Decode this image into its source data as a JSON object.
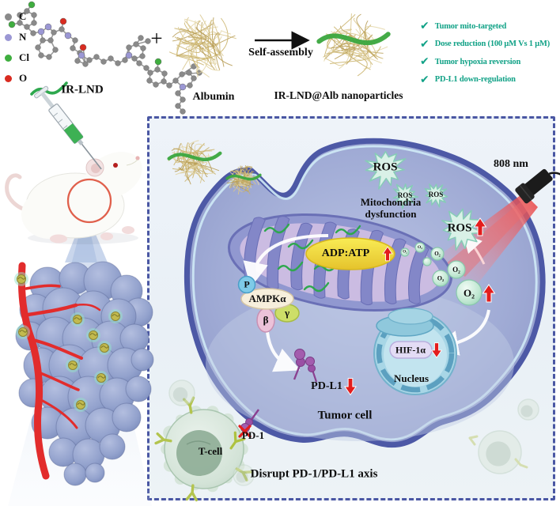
{
  "legend": {
    "items": [
      {
        "label": "C",
        "color": "#8a8a8a"
      },
      {
        "label": "N",
        "color": "#9b97d4"
      },
      {
        "label": "Cl",
        "color": "#3fae3f"
      },
      {
        "label": "O",
        "color": "#d92b20"
      }
    ]
  },
  "top": {
    "irlnd_label": "IR-LND",
    "plus": "+",
    "albumin_label": "Albumin",
    "assembly_label": "Self-assembly",
    "product_label": "IR-LND@Alb nanoparticles",
    "check_icon": "✔",
    "benefit_color": "#12a287",
    "benefits": [
      "Tumor mito-targeted",
      "Dose reduction (100 μM Vs 1 μM)",
      "Tumor hypoxia reversion",
      "PD-L1 down-regulation"
    ]
  },
  "panel": {
    "laser_label": "808 nm",
    "ros": [
      "ROS",
      "ROS",
      "ROS",
      "ROS"
    ],
    "mito_line1": "Mitochondria",
    "mito_line2": "dysfunction",
    "adp_atp": "ADP:ATP",
    "p_label": "P",
    "ampk_label": "AMPKα",
    "beta_label": "β",
    "gamma_label": "γ",
    "o2": [
      "O₂",
      "O₂",
      "O₂",
      "O₂",
      "O₂",
      "O₂"
    ],
    "hif_label": "HIF-1α",
    "nucleus_label": "Nucleus",
    "pdl1_label": "PD-L1",
    "tumor_cell_label": "Tumor cell",
    "tcell_label": "T-cell",
    "pd1_label": "PD-1",
    "axis_label": "Disrupt PD-1/PD-L1 axis"
  }
}
